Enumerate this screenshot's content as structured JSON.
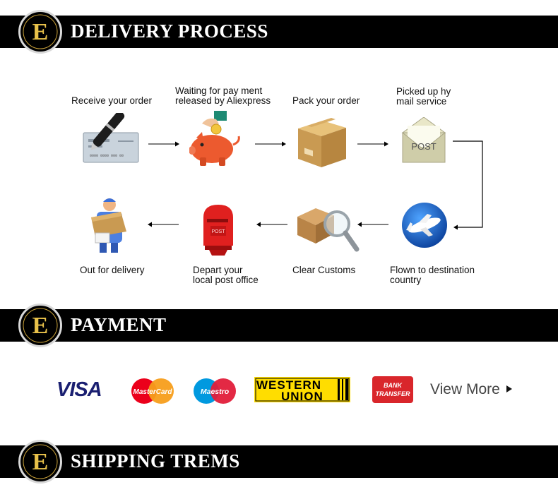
{
  "sections": {
    "delivery": {
      "title": "DELIVERY PROCESS"
    },
    "payment": {
      "title": "PAYMENT"
    },
    "shipping": {
      "title": "SHIPPING TREMS"
    }
  },
  "logo_letter": "E",
  "steps": [
    {
      "line1": "Receive your order",
      "line2": "",
      "icon": "check-pen-icon"
    },
    {
      "line1": "Waiting for pay ment",
      "line2": "released by Aliexpress",
      "icon": "piggy-bank-icon"
    },
    {
      "line1": "Pack your order",
      "line2": "",
      "icon": "package-box-icon"
    },
    {
      "line1": "Picked up hy",
      "line2": "mail service",
      "icon": "post-envelope-icon"
    },
    {
      "line1": "Flown to destination",
      "line2": "country",
      "icon": "airplane-icon"
    },
    {
      "line1": "Clear Customs",
      "line2": "",
      "icon": "box-magnifier-icon"
    },
    {
      "line1": "Depart your",
      "line2": "local post office",
      "icon": "post-box-icon"
    },
    {
      "line1": "Out for delivery",
      "line2": "",
      "icon": "delivery-man-icon"
    }
  ],
  "icon_text": {
    "post_envelope": "POST",
    "post_box": "POST",
    "check_numbers": "0000 0000 000 00"
  },
  "payment": {
    "visa": "VISA",
    "mastercard": "MasterCard",
    "maestro": "Maestro",
    "western_union_1": "WESTERN",
    "western_union_2": "UNION",
    "bank_1": "BANK",
    "bank_2": "TRANSFER",
    "view_more": "View More"
  },
  "colors": {
    "band": "#000000",
    "visa_blue": "#1a1f71",
    "mc_red": "#eb001b",
    "mc_orange": "#f79e1b",
    "maestro_blue": "#0099df",
    "wu_yellow": "#ffdd00",
    "bank_red": "#d9262b"
  }
}
